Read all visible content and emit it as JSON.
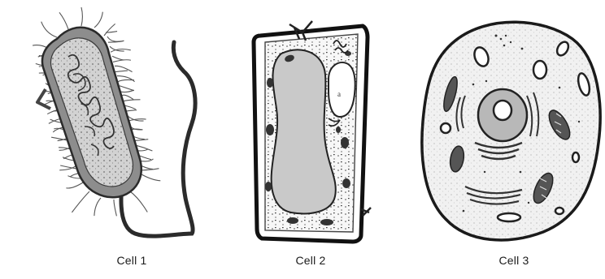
{
  "figure": {
    "cells": [
      {
        "label": "Cell 1",
        "depicts": "bacterium"
      },
      {
        "label": "Cell 2",
        "depicts": "plant-cell"
      },
      {
        "label": "Cell 3",
        "depicts": "animal-cell"
      }
    ]
  }
}
